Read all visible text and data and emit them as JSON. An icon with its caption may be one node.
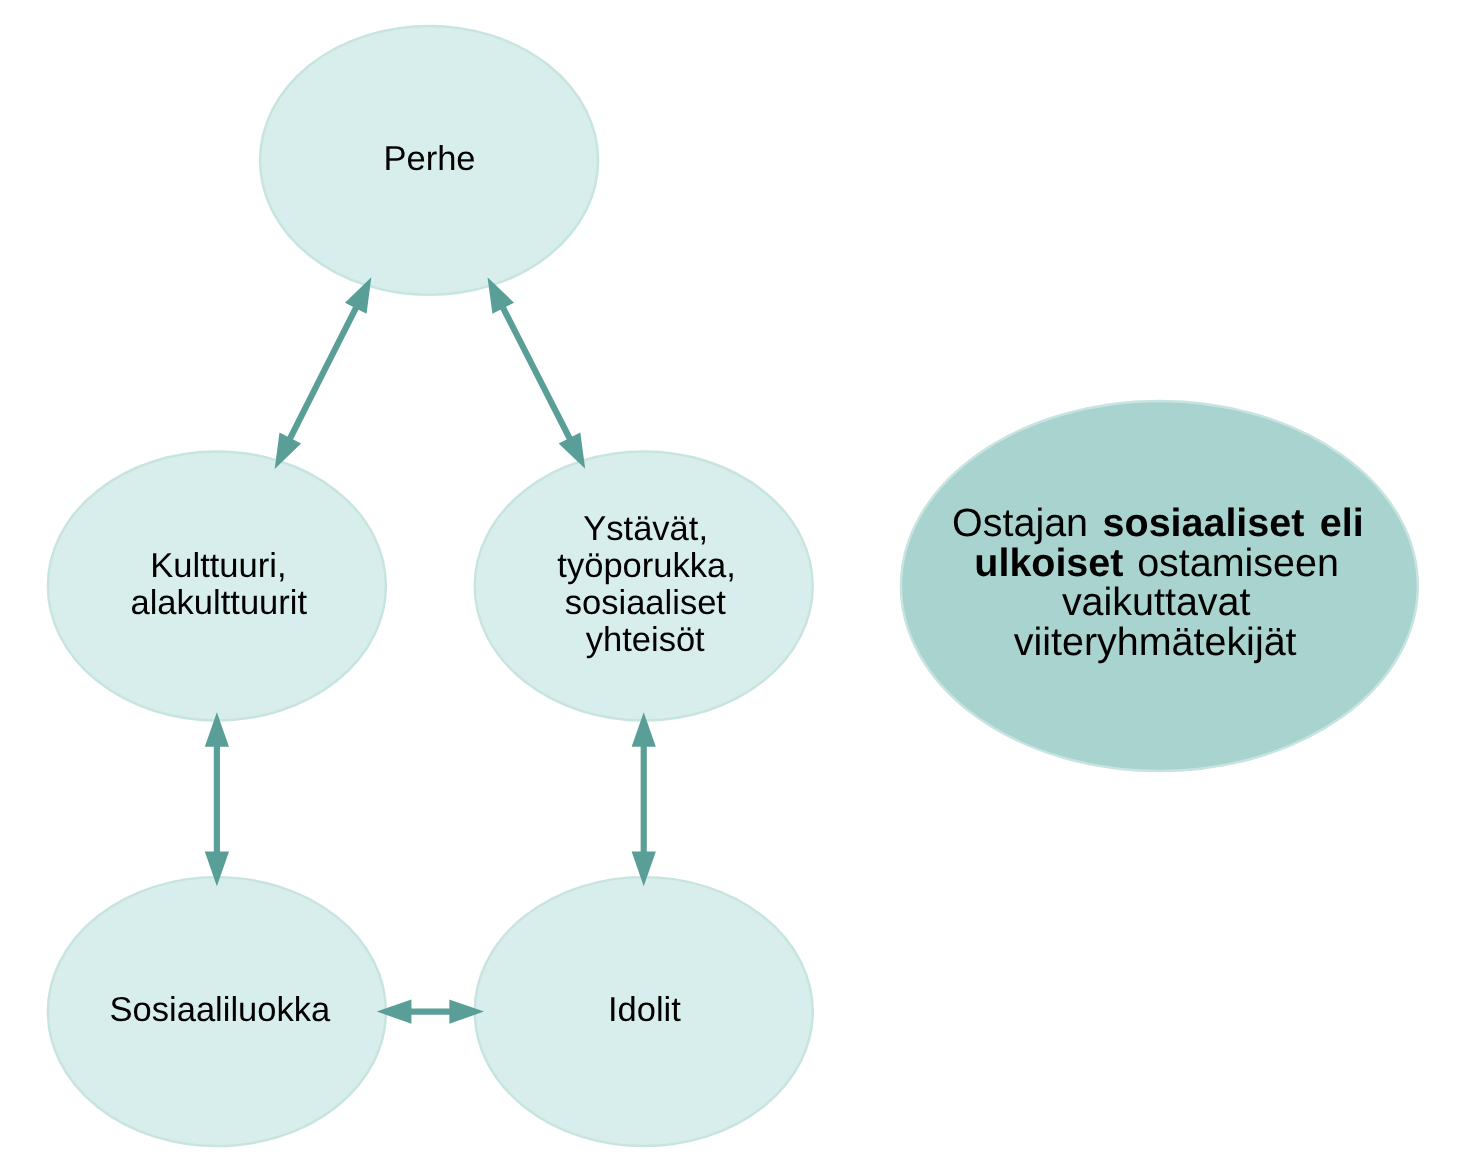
{
  "diagram": {
    "nodes": [
      {
        "text": [
          "Ostajan **sosiaaliset eli ulkoiset** ostamiseen vaikuttavat viiteryhmätekijät"
        ]
      },
      {
        "text": [
          "Perhe"
        ]
      },
      {
        "text": [
          "Ystävät, työporukka, sosiaaliset yhteisöt"
        ]
      },
      {
        "text": [
          "Idolit"
        ]
      },
      {
        "text": [
          "Sosiaaliluokka"
        ]
      },
      {
        "text": [
          "Kulttuuri, alakulttuurit"
        ]
      }
    ],
    "edges": [
      {
        "from": 1,
        "to": 2,
        "arrow": "both"
      },
      {
        "from": 2,
        "to": 3,
        "arrow": "both"
      },
      {
        "from": 4,
        "to": 3,
        "arrow": "both"
      },
      {
        "from": 5,
        "to": 4,
        "arrow": "both"
      },
      {
        "from": 1,
        "to": 5,
        "arrow": "both"
      }
    ]
  }
}
